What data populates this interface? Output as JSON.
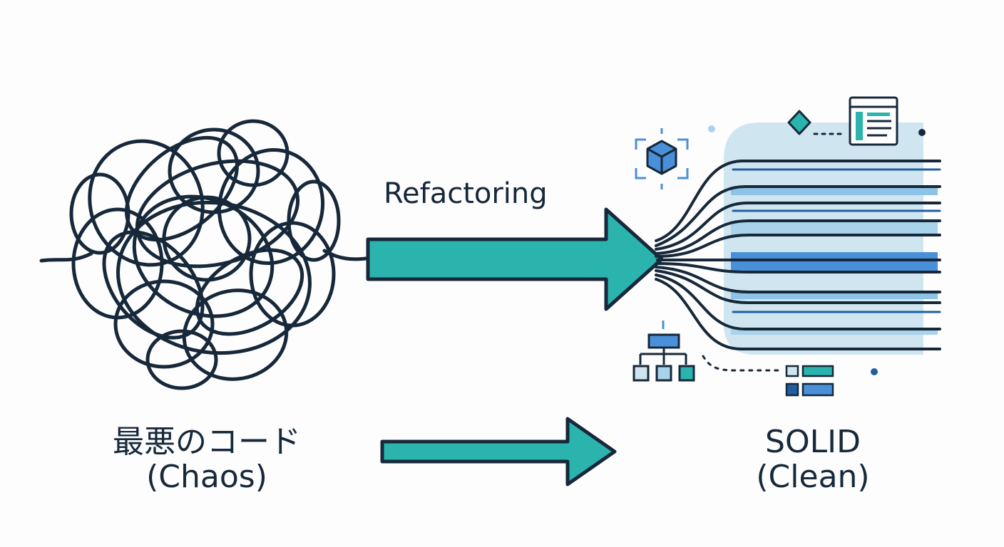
{
  "arrow_label": "Refactoring",
  "left_caption": {
    "line1": "最悪のコード",
    "line2": "(Chaos)"
  },
  "right_caption": {
    "line1": "SOLID",
    "line2": "(Clean)"
  },
  "colors": {
    "ink": "#16283a",
    "teal": "#2bb3ad",
    "blue": "#4a90d9",
    "light_blue": "#cfe6f1",
    "pale_blue": "#a9d3ea"
  },
  "icons": [
    "tangle-icon",
    "cube-icon",
    "diamond-icon",
    "browser-window-icon",
    "hierarchy-icon",
    "module-blocks-icon"
  ]
}
